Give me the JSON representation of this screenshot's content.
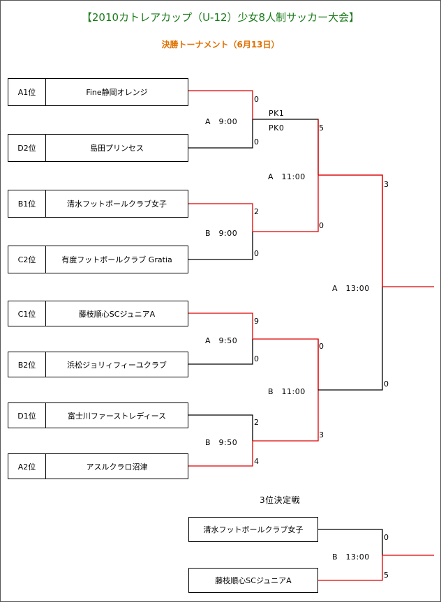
{
  "title": "【2010カトレアカップ（U-12）少女8人制サッカー大会】",
  "subtitle": "決勝トーナメント（6月13日）",
  "teams": [
    {
      "seed": "A1位",
      "name": "Fine静岡オレンジ"
    },
    {
      "seed": "D2位",
      "name": "島田プリンセス"
    },
    {
      "seed": "B1位",
      "name": "清水フットボールクラブ女子"
    },
    {
      "seed": "C2位",
      "name": "有度フットボールクラブ Gratia"
    },
    {
      "seed": "C1位",
      "name": "藤枝順心SCジュニアA"
    },
    {
      "seed": "B2位",
      "name": "浜松ジョリィフィーユクラブ"
    },
    {
      "seed": "D1位",
      "name": "富士川ファーストレディース"
    },
    {
      "seed": "A2位",
      "name": "アスルクラロ沼津"
    }
  ],
  "matches": {
    "r1a": {
      "label": "A　9:00",
      "s1": "0",
      "s2": "0",
      "pk1": "PK1",
      "pk2": "PK0"
    },
    "r1b": {
      "label": "B　9:00",
      "s1": "2",
      "s2": "0"
    },
    "r1c": {
      "label": "A　9:50",
      "s1": "9",
      "s2": "0"
    },
    "r1d": {
      "label": "B　9:50",
      "s1": "2",
      "s2": "4"
    },
    "sfa": {
      "label": "A　11:00",
      "s1": "5",
      "s2": "0"
    },
    "sfb": {
      "label": "B　11:00",
      "s1": "0",
      "s2": "3"
    },
    "final": {
      "label": "A　13:00",
      "s1": "3",
      "s2": "0"
    }
  },
  "third_place": {
    "heading": "3位決定戦",
    "team1": "清水フットボールクラブ女子",
    "team2": "藤枝順心SCジュニアA",
    "label": "B　13:00",
    "s1": "0",
    "s2": "5"
  },
  "colors": {
    "winner_line": "#dd0000",
    "line": "#000000",
    "title": "#1a7a1a",
    "subtitle": "#e07000"
  }
}
